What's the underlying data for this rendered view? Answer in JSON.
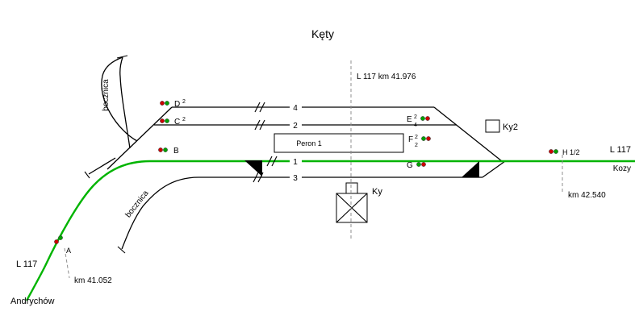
{
  "title": "Kęty",
  "km": {
    "center": "L 117  km  41.976",
    "right": "km  42.540",
    "left": "km  41.052"
  },
  "line": {
    "right_label": "L 117",
    "left_label": "L 117"
  },
  "places": {
    "right": "Kozy",
    "bottom_left": "Andrychów"
  },
  "platform": {
    "label": "Peron 1"
  },
  "buildings": {
    "main": "Ky",
    "shed": "Ky2"
  },
  "tracks": {
    "t4": "4",
    "t2": "2",
    "t1": "1",
    "t3": "3"
  },
  "sidings": {
    "top": "bocznica",
    "bottom": "bocznica"
  },
  "signals": {
    "d": {
      "name": "D",
      "sup": "2"
    },
    "c": {
      "name": "C",
      "sup": "2"
    },
    "b": {
      "name": "B"
    },
    "e": {
      "name": "E",
      "sup": "2",
      "sub": "4"
    },
    "f": {
      "name": "F",
      "sup": "2",
      "sub": "2"
    },
    "g": {
      "name": "G"
    },
    "h": {
      "name": "H 1/2"
    },
    "a": {
      "name": "A"
    }
  },
  "colors": {
    "main_line": "#00b400",
    "signal_red": "#cc0000",
    "signal_green": "#00a000"
  }
}
